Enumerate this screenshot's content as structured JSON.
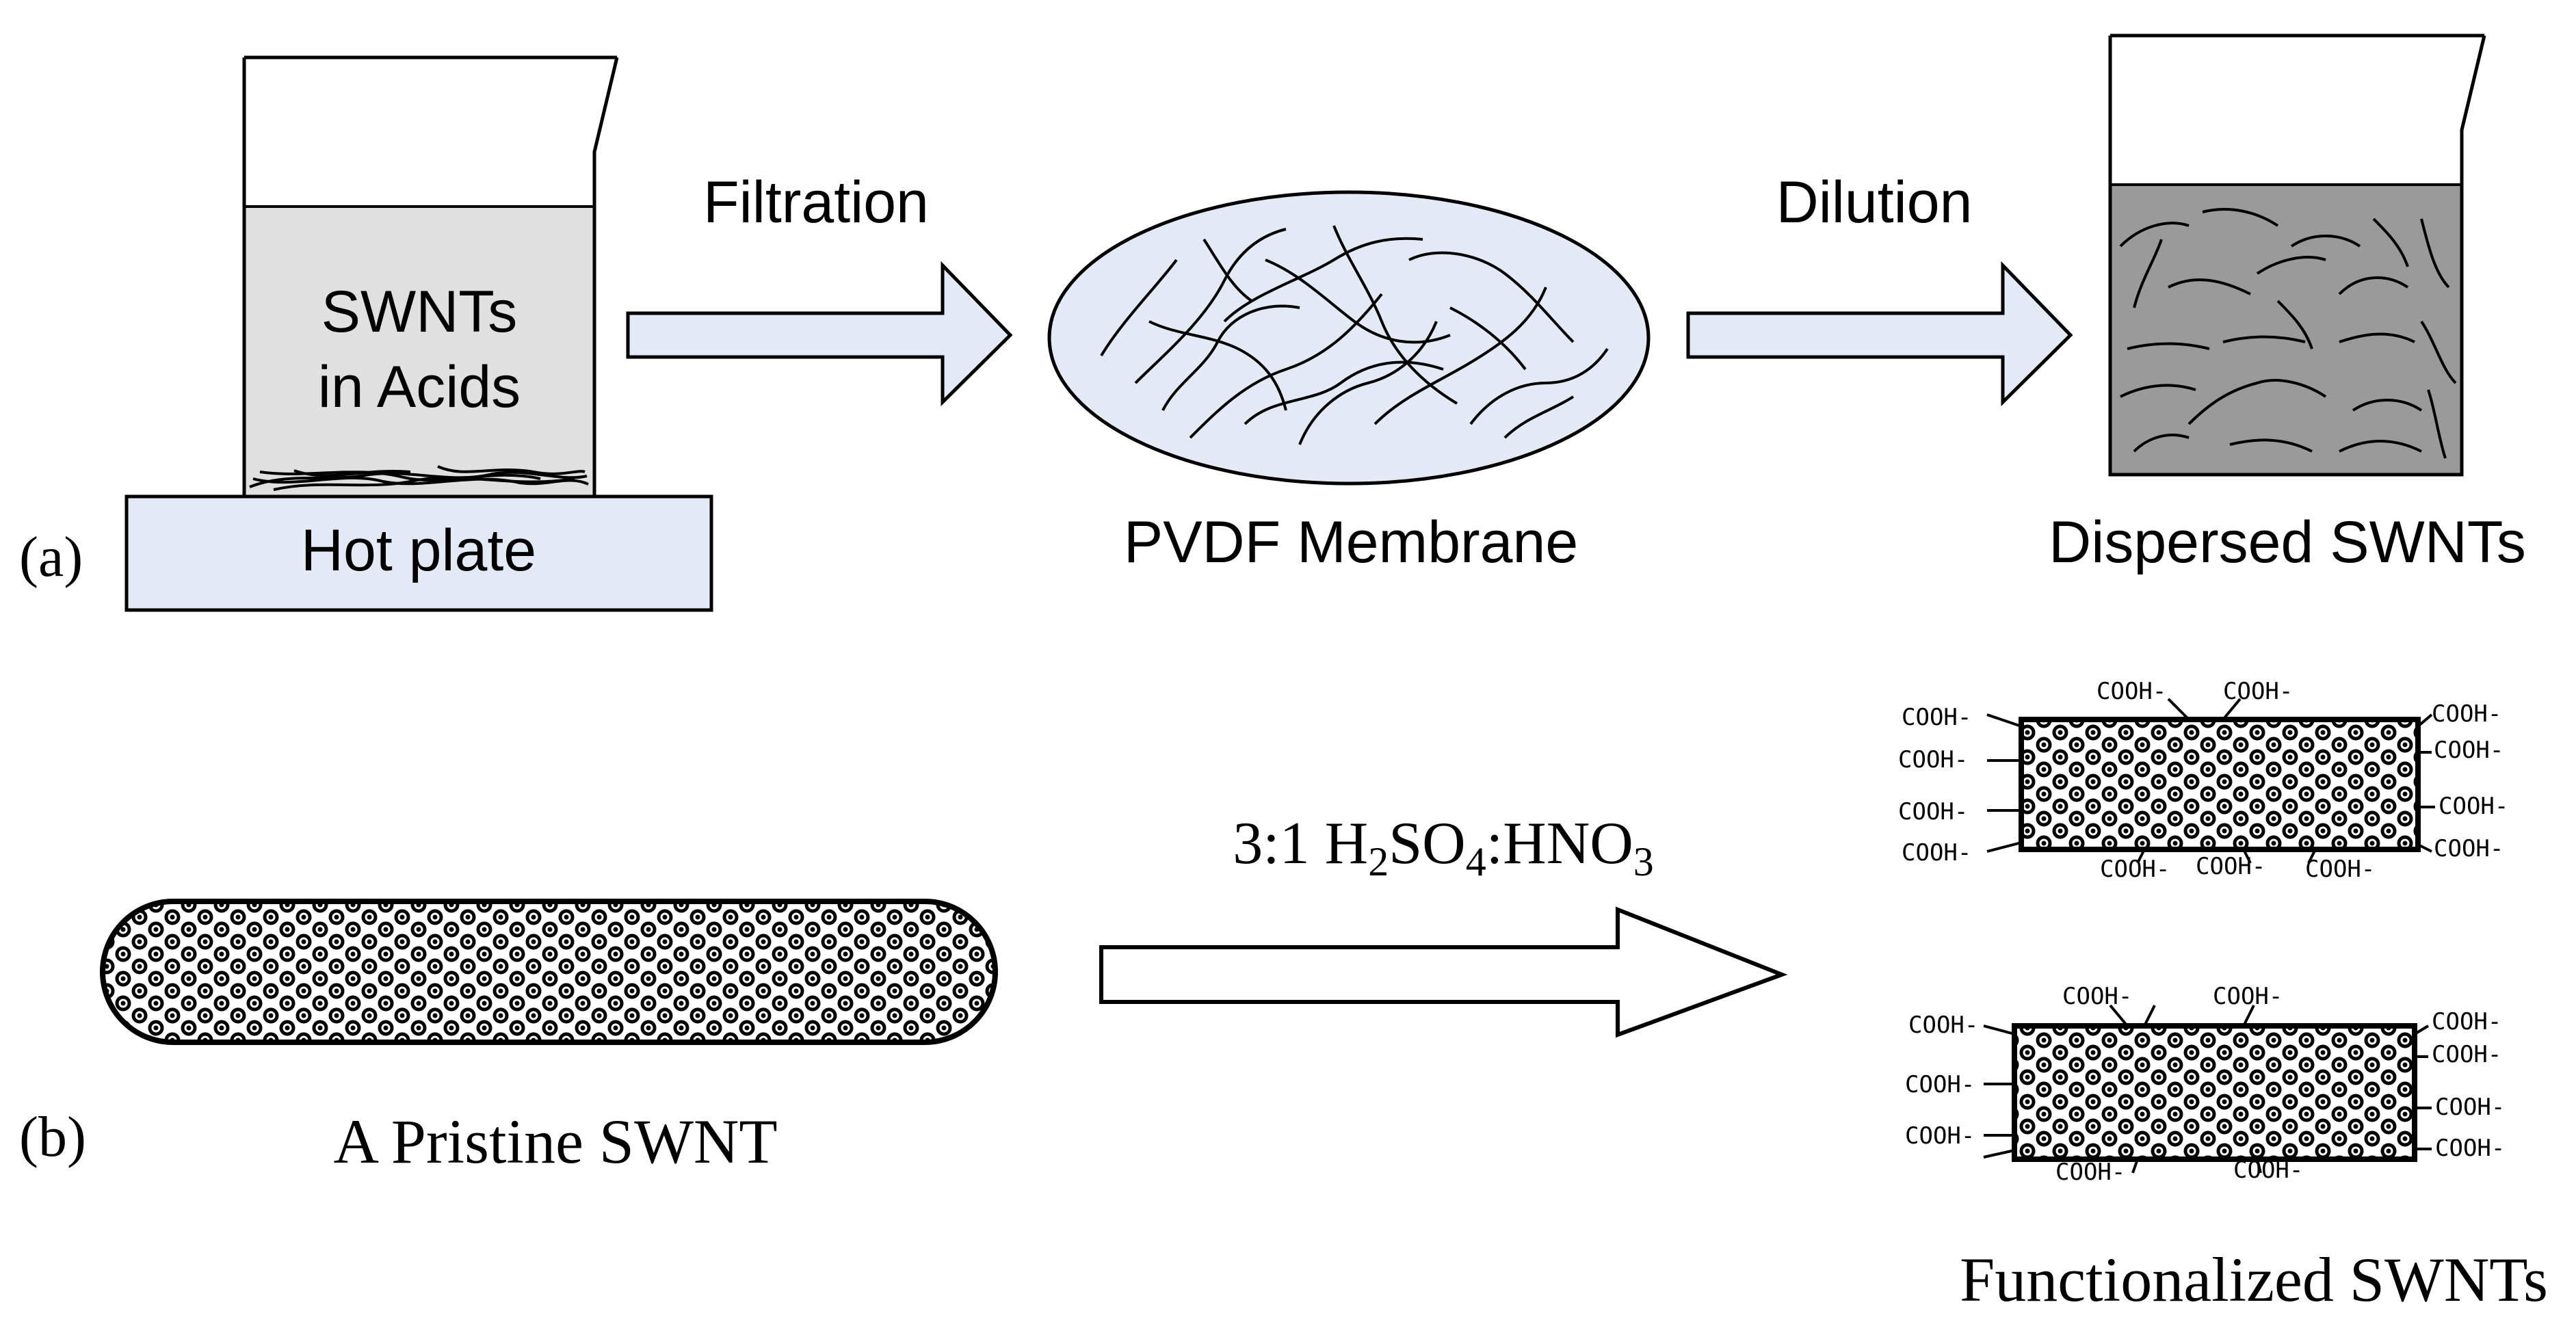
{
  "panel_a": {
    "label": "(a)",
    "beaker_text_line1": "SWNTs",
    "beaker_text_line2": "in Acids",
    "hot_plate_label": "Hot plate",
    "step1_label": "Filtration",
    "membrane_label": "PVDF Membrane",
    "step2_label": "Dilution",
    "dispersed_label": "Dispersed SWNTs"
  },
  "panel_b": {
    "label": "(b)",
    "pristine_label": "A Pristine SWNT",
    "reagent_prefix": "3:1 H",
    "reagent_sub1": "2",
    "reagent_mid1": "SO",
    "reagent_sub2": "4",
    "reagent_mid2": ":HNO",
    "reagent_sub3": "3",
    "functionalized_label": "Functionalized SWNTs",
    "group_label": "COOH-"
  },
  "colors": {
    "outline": "#000000",
    "arrow_fill": "#e3eaf6",
    "acid_fill": "#e0e0e0",
    "dispersion_fill": "#9a9a9a",
    "tube_fill": "#000000"
  }
}
